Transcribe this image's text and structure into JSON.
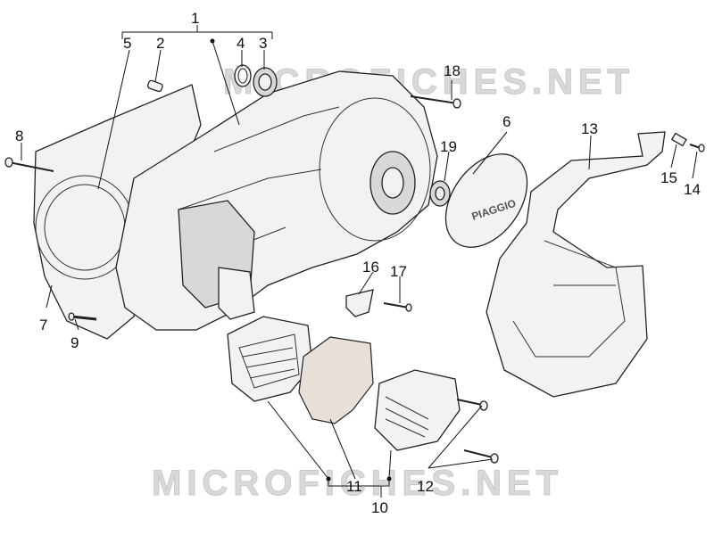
{
  "watermark": {
    "top": "MICROFICHES.NET",
    "bottom": "MICROFICHES.NET"
  },
  "brand_badge": "PIAGGIO",
  "callouts": [
    {
      "id": "1",
      "label": "1"
    },
    {
      "id": "2",
      "label": "2"
    },
    {
      "id": "3",
      "label": "3"
    },
    {
      "id": "4",
      "label": "4"
    },
    {
      "id": "5",
      "label": "5"
    },
    {
      "id": "6",
      "label": "6"
    },
    {
      "id": "7",
      "label": "7"
    },
    {
      "id": "8",
      "label": "8"
    },
    {
      "id": "9",
      "label": "9"
    },
    {
      "id": "10",
      "label": "10"
    },
    {
      "id": "11",
      "label": "11"
    },
    {
      "id": "12",
      "label": "12"
    },
    {
      "id": "13",
      "label": "13"
    },
    {
      "id": "14",
      "label": "14"
    },
    {
      "id": "15",
      "label": "15"
    },
    {
      "id": "16",
      "label": "16"
    },
    {
      "id": "17",
      "label": "17"
    },
    {
      "id": "18",
      "label": "18"
    },
    {
      "id": "19",
      "label": "19"
    }
  ]
}
